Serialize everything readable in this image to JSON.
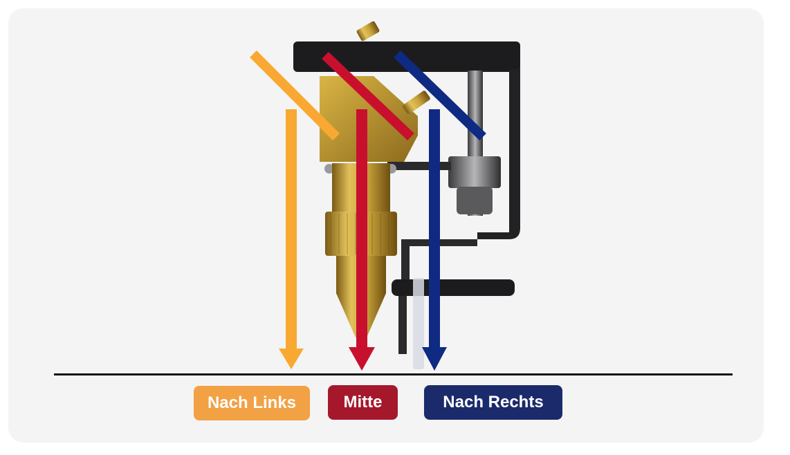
{
  "legend": {
    "left": {
      "label": "Nach Links",
      "color": "#f2a145"
    },
    "center": {
      "label": "Mitte",
      "color": "#a5182b"
    },
    "right": {
      "label": "Nach Rechts",
      "color": "#1b2a6b"
    }
  },
  "beam_colors": {
    "left": "#f9a932",
    "center": "#c8102e",
    "right": "#0f2a82"
  },
  "colors": {
    "background_card": "#f4f4f4",
    "baseline": "#111111",
    "brass": "#c9a33a",
    "mount_black": "#1c1c1e",
    "metal_gray": "#8a8a8a"
  }
}
